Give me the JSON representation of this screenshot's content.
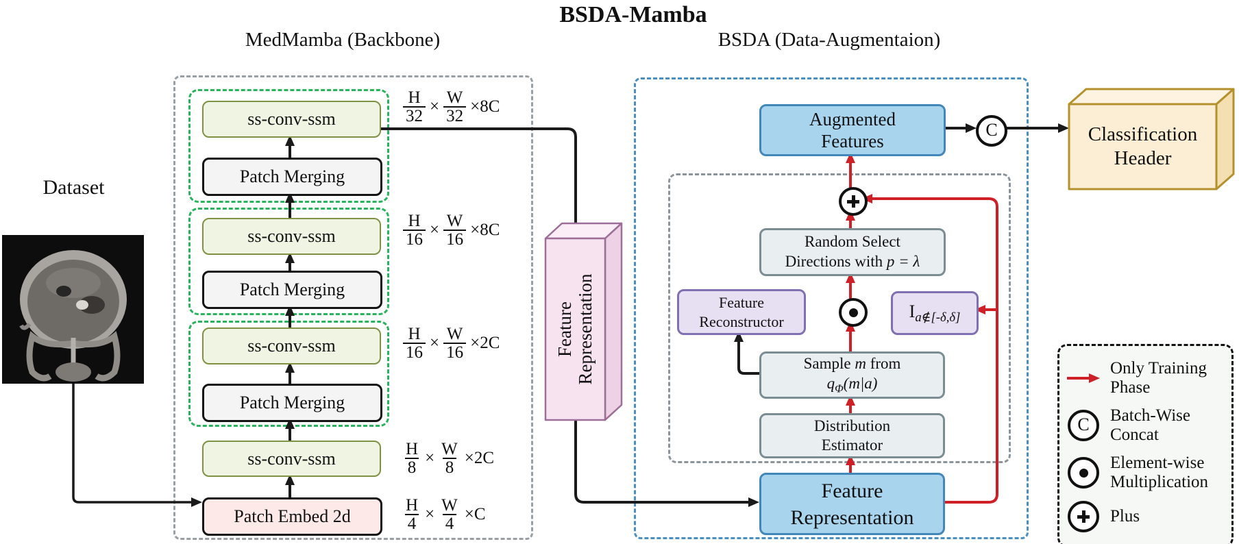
{
  "title": "BSDA-Mamba",
  "sections": {
    "backbone_title": "MedMamba (Backbone)",
    "bsda_title": "BSDA (Data-Augmentaion)"
  },
  "dataset": {
    "label": "Dataset"
  },
  "backbone": {
    "blocks": [
      {
        "type": "ss-conv-ssm",
        "label": "ss-conv-ssm"
      },
      {
        "type": "patch-merging",
        "label": "Patch Merging"
      },
      {
        "type": "ss-conv-ssm",
        "label": "ss-conv-ssm"
      },
      {
        "type": "patch-merging",
        "label": "Patch Merging"
      },
      {
        "type": "ss-conv-ssm",
        "label": "ss-conv-ssm"
      },
      {
        "type": "patch-merging",
        "label": "Patch Merging"
      },
      {
        "type": "ss-conv-ssm",
        "label": "ss-conv-ssm"
      },
      {
        "type": "patch-embed",
        "label": "Patch Embed 2d"
      }
    ],
    "dims": [
      {
        "n1": "H",
        "d1": "32",
        "times": "×",
        "n2": "W",
        "d2": "32",
        "suffix": "×8C"
      },
      {
        "n1": "H",
        "d1": "16",
        "times": "×",
        "n2": "W",
        "d2": "16",
        "suffix": "×8C"
      },
      {
        "n1": "H",
        "d1": "16",
        "times": "×",
        "n2": "W",
        "d2": "16",
        "suffix": "×2C"
      },
      {
        "n1": "H",
        "d1": "8",
        "times": "×",
        "n2": "W",
        "d2": "8",
        "suffix": "×2C"
      },
      {
        "n1": "H",
        "d1": "4",
        "times": "×",
        "n2": "W",
        "d2": "4",
        "suffix": "×C"
      }
    ]
  },
  "feature_rep_3d": {
    "line1": "Feature",
    "line2": "Representation"
  },
  "bsda": {
    "augmented_features": {
      "line1": "Augmented",
      "line2": "Features"
    },
    "random_select": {
      "line1": "Random Select",
      "line2_prefix": "Directions with ",
      "line2_math": "p = λ"
    },
    "feature_reconstructor": {
      "line1": "Feature",
      "line2": "Reconstructor"
    },
    "indicator": {
      "base": "I",
      "sub": "a∉[-δ,δ]"
    },
    "sample": {
      "l1a": "Sample ",
      "l1b": "m",
      "l1c": " from",
      "l2_base": "q",
      "l2_sub": "Φ",
      "l2_rest": "(m|a)"
    },
    "distribution": {
      "line1": "Distribution",
      "line2": "Estimator"
    },
    "feature_representation": {
      "line1": "Feature",
      "line2": "Representation"
    }
  },
  "classification_header": {
    "line1": "Classification",
    "line2": "Header"
  },
  "icons": {
    "concat_glyph": "C"
  },
  "legend": {
    "items": [
      {
        "icon": "red-arrow",
        "line1": "Only Training",
        "line2": "Phase"
      },
      {
        "icon": "concat",
        "line1": "Batch-Wise",
        "line2": "Concat"
      },
      {
        "icon": "multiply",
        "line1": "Element-wise",
        "line2": "Multiplication"
      },
      {
        "icon": "plus",
        "line1": "Plus",
        "line2": ""
      }
    ]
  },
  "colors": {
    "red_accent": "#cf2027",
    "blue_fill": "#a9d4ee",
    "blue_border": "#4187ba",
    "green_dashed": "#27b45b",
    "olive_border": "#7f9243",
    "purple_fill": "#e7e0f2",
    "purple_border": "#8070b2",
    "pink_fill": "#f7e3f0",
    "pink_border": "#9d6e97",
    "gold_fill": "#fbeed5",
    "gold_border": "#b5912e",
    "gray_box_fill": "#e9eef1",
    "gray_box_border": "#7b8d92"
  }
}
